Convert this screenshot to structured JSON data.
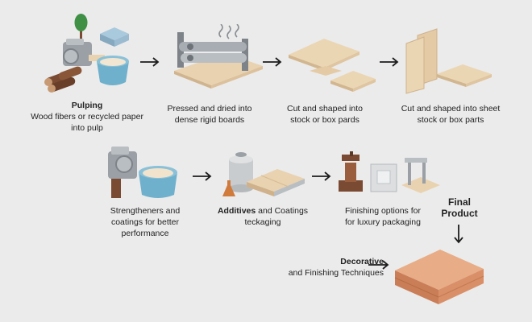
{
  "steps": [
    {
      "title": "Pulping",
      "lines": [
        "Wood fibers or recycled paper",
        "into pulp"
      ]
    },
    {
      "lines": [
        "Pressed and dried into",
        "dense rigid boards"
      ]
    },
    {
      "lines": [
        "Cut and shaped into",
        "stock or box pards"
      ]
    },
    {
      "lines": [
        "Cut and shaped into sheet",
        "stock or box parts"
      ]
    },
    {
      "lines": [
        "Strengtheners and",
        "coatings for better",
        "performance"
      ]
    },
    {
      "title": "Additives",
      "rest": " and Coatings",
      "lines": [
        "teckaging"
      ]
    },
    {
      "lines": [
        "Finishing options for",
        "for luxury packaging"
      ]
    }
  ],
  "final": {
    "line1": "Final",
    "line2": "Product"
  },
  "decorative": {
    "title": "Decorative",
    "sub": "and Finishing Techniques"
  },
  "colors": {
    "background": "#ebebeb",
    "board": "#e9d2b0",
    "machine": "#8e9499",
    "pulp_tub": "#6fb0cc",
    "wood": "#7a4a32",
    "final_product": "#e3a884"
  }
}
